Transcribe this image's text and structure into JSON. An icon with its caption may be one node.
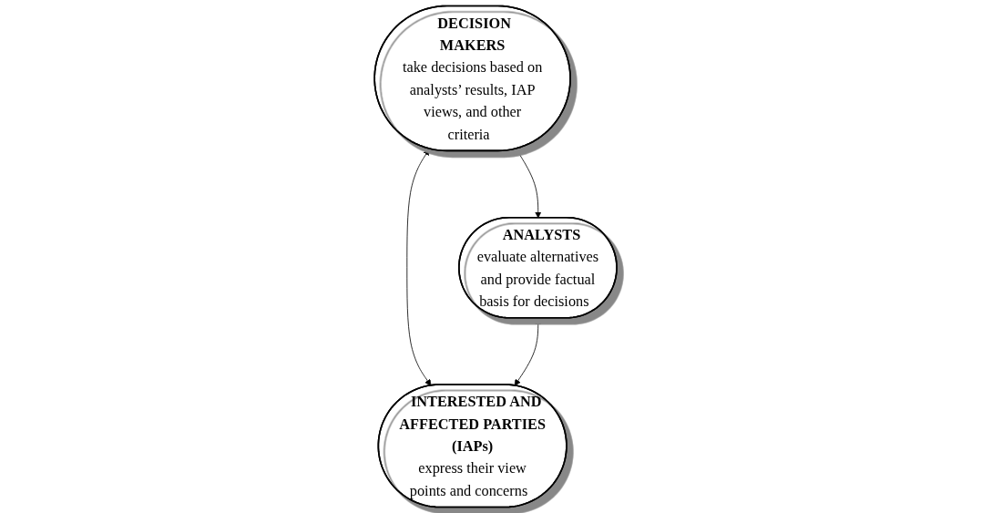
{
  "diagram": {
    "nodes": [
      {
        "text": [
          "DECISION MAKERS",
          "take decisions based on analysts’ results, IAP views, and other criteria"
        ]
      },
      {
        "text": [
          "ANALYSTS",
          "evaluate alternatives and provide factual basis for decisions"
        ]
      },
      {
        "text": [
          "INTERESTED AND AFFECTED PARTIES (IAPs)",
          "express their view points and concerns"
        ]
      }
    ],
    "edges": [
      {
        "from": 0,
        "to": 1,
        "arrow": "both"
      },
      {
        "from": 0,
        "to": 2,
        "arrow": "both"
      },
      {
        "from": 1,
        "to": 2,
        "arrow": "both"
      }
    ]
  }
}
